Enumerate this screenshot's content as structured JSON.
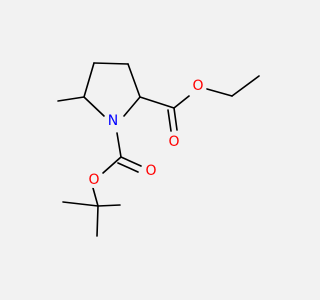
{
  "colors": {
    "background": "#f2f2f2",
    "bond": "#000000",
    "nitrogen": "#0000ff",
    "oxygen": "#ff0000"
  },
  "atoms": {
    "n1": "N",
    "o_carbonyl_boc": "O",
    "o_ester_boc": "O",
    "o_ester_ethyl": "O",
    "o_carbonyl_ethyl": "O"
  }
}
